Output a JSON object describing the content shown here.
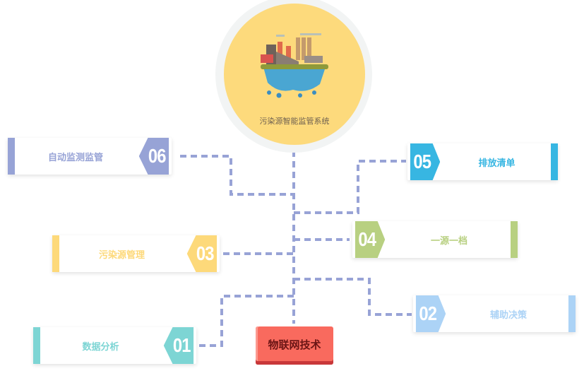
{
  "center": {
    "title": "污染源智能监管系统",
    "icon": "factory-island-illustration"
  },
  "hub": {
    "label": "物联网技术"
  },
  "modules": [
    {
      "num": "01",
      "label": "数据分析",
      "color": "#7dd5d4"
    },
    {
      "num": "02",
      "label": "辅助决策",
      "color": "#acd3f6"
    },
    {
      "num": "03",
      "label": "污染源管理",
      "color": "#fdd97a"
    },
    {
      "num": "04",
      "label": "一源一档",
      "color": "#b8d081"
    },
    {
      "num": "05",
      "label": "排放清单",
      "color": "#37b6e2"
    },
    {
      "num": "06",
      "label": "自动监测监管",
      "color": "#97a3d6"
    }
  ],
  "line_color": "#98a3d6"
}
